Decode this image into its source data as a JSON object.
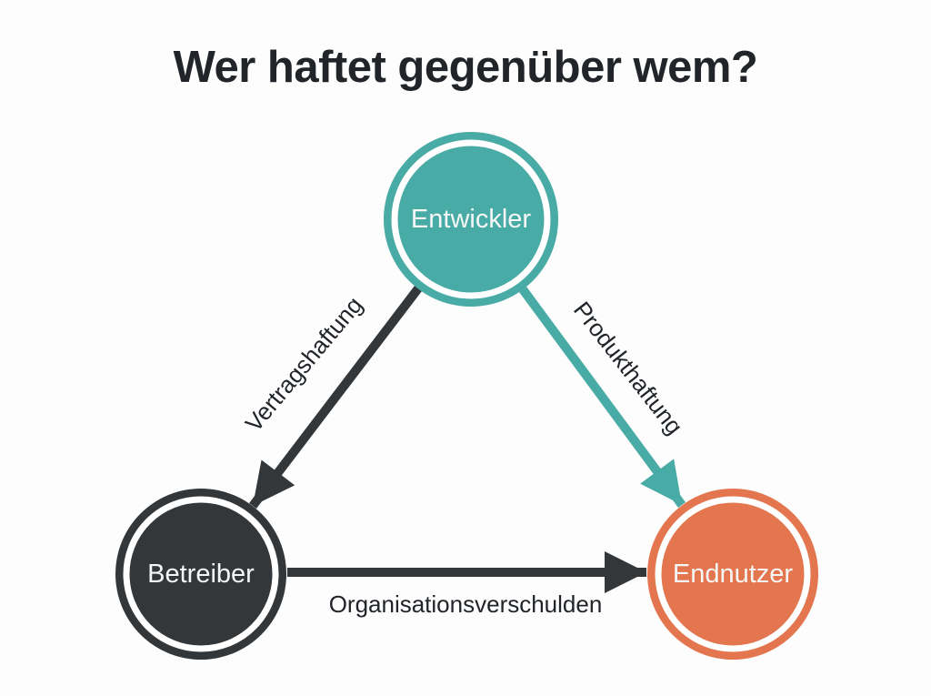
{
  "title": "Wer haftet gegenüber wem?",
  "diagram": {
    "nodes": [
      {
        "id": "entwickler",
        "label": "Entwickler",
        "color": "#49aba5"
      },
      {
        "id": "betreiber",
        "label": "Betreiber",
        "color": "#33373a"
      },
      {
        "id": "endnutzer",
        "label": "Endnutzer",
        "color": "#e4764f"
      }
    ],
    "edges": [
      {
        "id": "vertragshaftung",
        "label": "Vertragshaftung",
        "from": "Entwickler",
        "to": "Betreiber",
        "color": "#33373a"
      },
      {
        "id": "produkthaftung",
        "label": "Produkthaftung",
        "from": "Entwickler",
        "to": "Endnutzer",
        "color": "#49aba5"
      },
      {
        "id": "organisationsverschulden",
        "label": "Organisationsverschulden",
        "from": "Betreiber",
        "to": "Endnutzer",
        "color": "#33373a"
      }
    ]
  },
  "colors": {
    "background": "#fdfdfd",
    "ring": "#ffffff",
    "node_text": "#f5f7f7",
    "label_text": "#212529"
  }
}
